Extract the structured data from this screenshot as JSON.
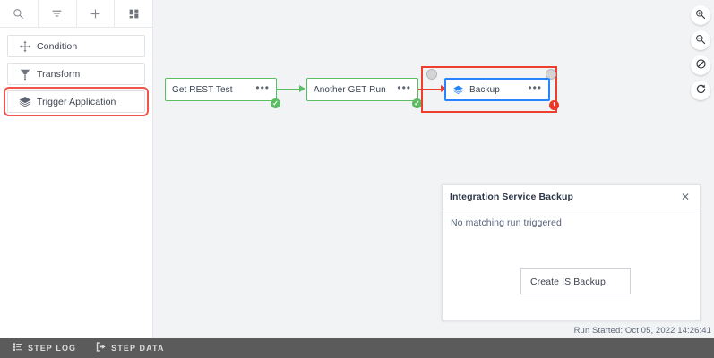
{
  "palette": {
    "toolbar": [
      {
        "name": "search-icon",
        "title": "Search"
      },
      {
        "name": "filter-icon",
        "title": "Filter"
      },
      {
        "name": "plus-icon",
        "title": "Add"
      },
      {
        "name": "grid-icon",
        "title": "Apps"
      }
    ],
    "items": [
      {
        "label": "Condition",
        "icon": "branch-icon",
        "selected": false
      },
      {
        "label": "Transform",
        "icon": "funnel-icon",
        "selected": false
      },
      {
        "label": "Trigger Application",
        "icon": "layers-icon",
        "selected": true
      }
    ]
  },
  "canvas": {
    "nodes": [
      {
        "label": "Get REST Test",
        "status": "ok",
        "menu": "•••"
      },
      {
        "label": "Another GET Run",
        "status": "ok",
        "menu": "•••"
      },
      {
        "label": "Backup",
        "status": "error",
        "menu": "•••"
      }
    ],
    "badges": {
      "ok": "✓",
      "error": "!"
    },
    "zoom_tools": [
      {
        "name": "zoom-in-icon",
        "title": "Zoom In"
      },
      {
        "name": "zoom-out-icon",
        "title": "Zoom Out"
      },
      {
        "name": "zoom-reset-icon",
        "title": "Reset Zoom"
      },
      {
        "name": "refresh-icon",
        "title": "Refresh"
      }
    ]
  },
  "detail_panel": {
    "title": "Integration Service Backup",
    "close_label": "✕",
    "message": "No matching run triggered",
    "action_label": "Create IS Backup"
  },
  "status": {
    "run_started": "Run Started: Oct 05, 2022 14:26:41"
  },
  "bottom_bar": {
    "items": [
      {
        "label": "STEP LOG",
        "icon": "list-icon"
      },
      {
        "label": "STEP DATA",
        "icon": "export-icon"
      }
    ]
  },
  "colors": {
    "success": "#5bbd61",
    "error": "#ef3d2e",
    "selected_node": "#2684ff",
    "canvas_bg": "#f2f3f5",
    "bottom_bar_bg": "#5b5b5b"
  }
}
